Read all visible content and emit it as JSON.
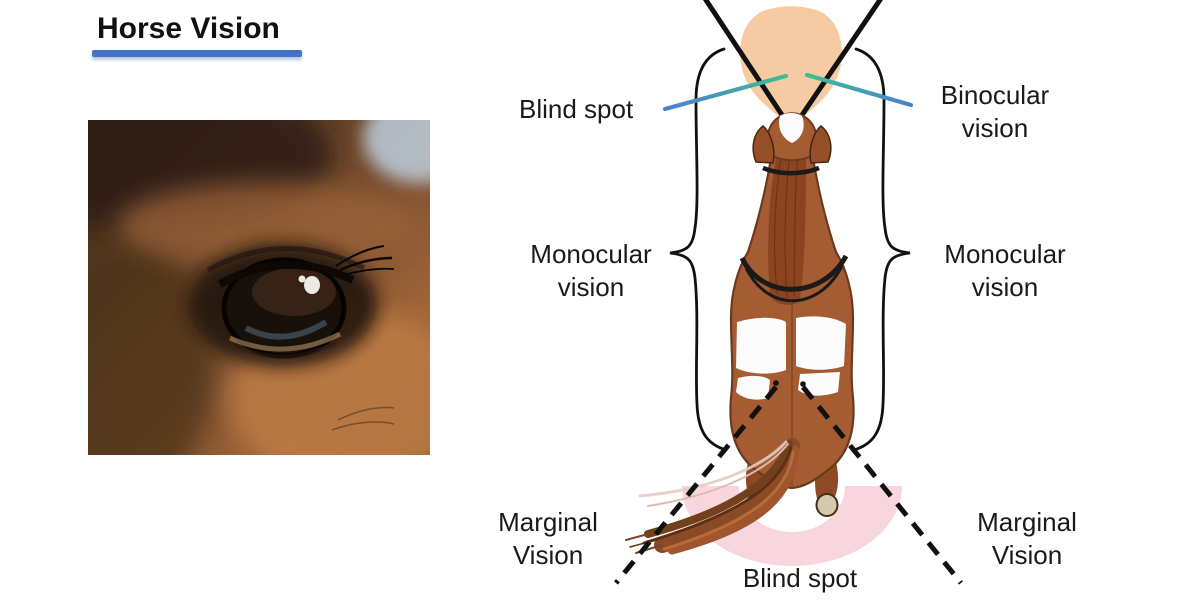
{
  "title": {
    "text": "Horse Vision"
  },
  "photo": {
    "description": "Close-up photograph of a brown horse's eye"
  },
  "diagram": {
    "labels": {
      "blind_spot_top": "Blind spot",
      "binocular_vision": "Binocular vision",
      "monocular_vision_left": "Monocular vision",
      "monocular_vision_right": "Monocular vision",
      "marginal_vision_left": "Marginal Vision",
      "marginal_vision_right": "Marginal Vision",
      "blind_spot_bottom": "Blind spot"
    },
    "colors": {
      "binocular_field": "#F6CAA2",
      "rear_blind_spot": "#F7D6DD",
      "leader_green": "#3DBE92",
      "leader_blue": "#4B80D1",
      "diagram_line": "#111111",
      "title_underline": "#4472C4",
      "horse_body": "#A55C33",
      "horse_mane": "#8A4420",
      "label_text": "#1A1A1A"
    }
  }
}
